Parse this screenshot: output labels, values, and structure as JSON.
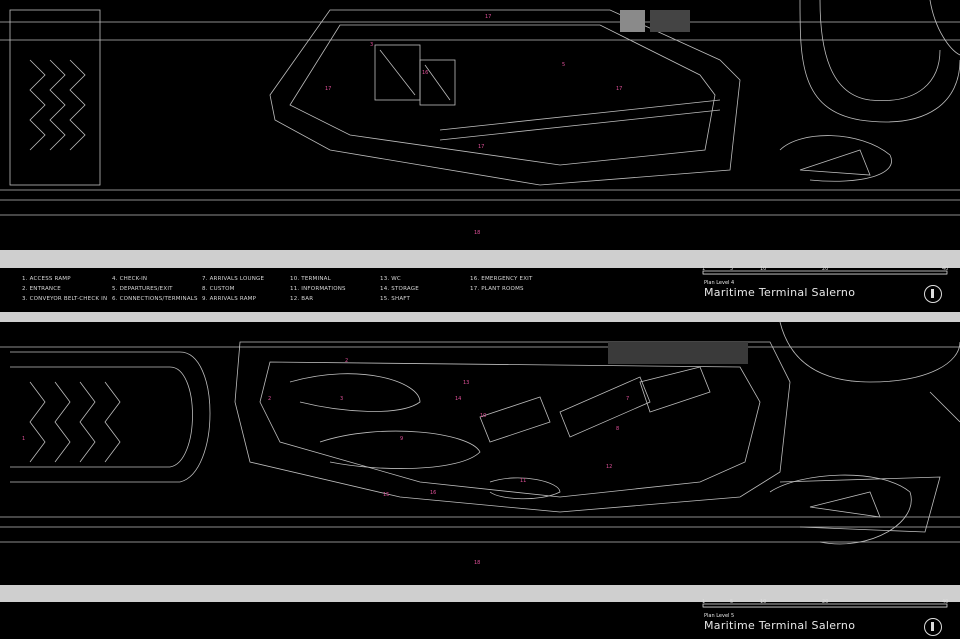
{
  "legend": [
    "1. ACCESS RAMP",
    "2. ENTRANCE",
    "3. CONVEYOR BELT-CHECK IN",
    "4. CHECK-IN",
    "5. DEPARTURES/EXIT",
    "6. CONNECTIONS/TERMINALS",
    "7. ARRIVALS LOUNGE",
    "8. CUSTOM",
    "9. ARRIVALS RAMP",
    "10. TERMINAL",
    "11. INFORMATIONS",
    "12. BAR",
    "13. WC",
    "14. STORAGE",
    "15. SHAFT",
    "16. EMERGENCY EXIT",
    "17. PLANT ROOMS"
  ],
  "plans": [
    {
      "level_label": "Plan Level 4",
      "title": "Maritime Terminal Salerno",
      "scale_ticks": [
        "1",
        "5",
        "10",
        "20",
        "40"
      ],
      "room_numbers": [
        {
          "label": "17"
        },
        {
          "label": "3"
        },
        {
          "label": "5"
        },
        {
          "label": "16"
        },
        {
          "label": "17"
        },
        {
          "label": "17"
        },
        {
          "label": "17"
        },
        {
          "label": "18"
        }
      ]
    },
    {
      "level_label": "Plan Level 5",
      "title": "Maritime Terminal Salerno",
      "scale_ticks": [
        "1",
        "5",
        "10",
        "20",
        "40"
      ],
      "room_numbers": [
        {
          "label": "1"
        },
        {
          "label": "2"
        },
        {
          "label": "2"
        },
        {
          "label": "3"
        },
        {
          "label": "13"
        },
        {
          "label": "14"
        },
        {
          "label": "10"
        },
        {
          "label": "7"
        },
        {
          "label": "8"
        },
        {
          "label": "9"
        },
        {
          "label": "11"
        },
        {
          "label": "12"
        },
        {
          "label": "15"
        },
        {
          "label": "16"
        },
        {
          "label": "18"
        }
      ]
    }
  ]
}
